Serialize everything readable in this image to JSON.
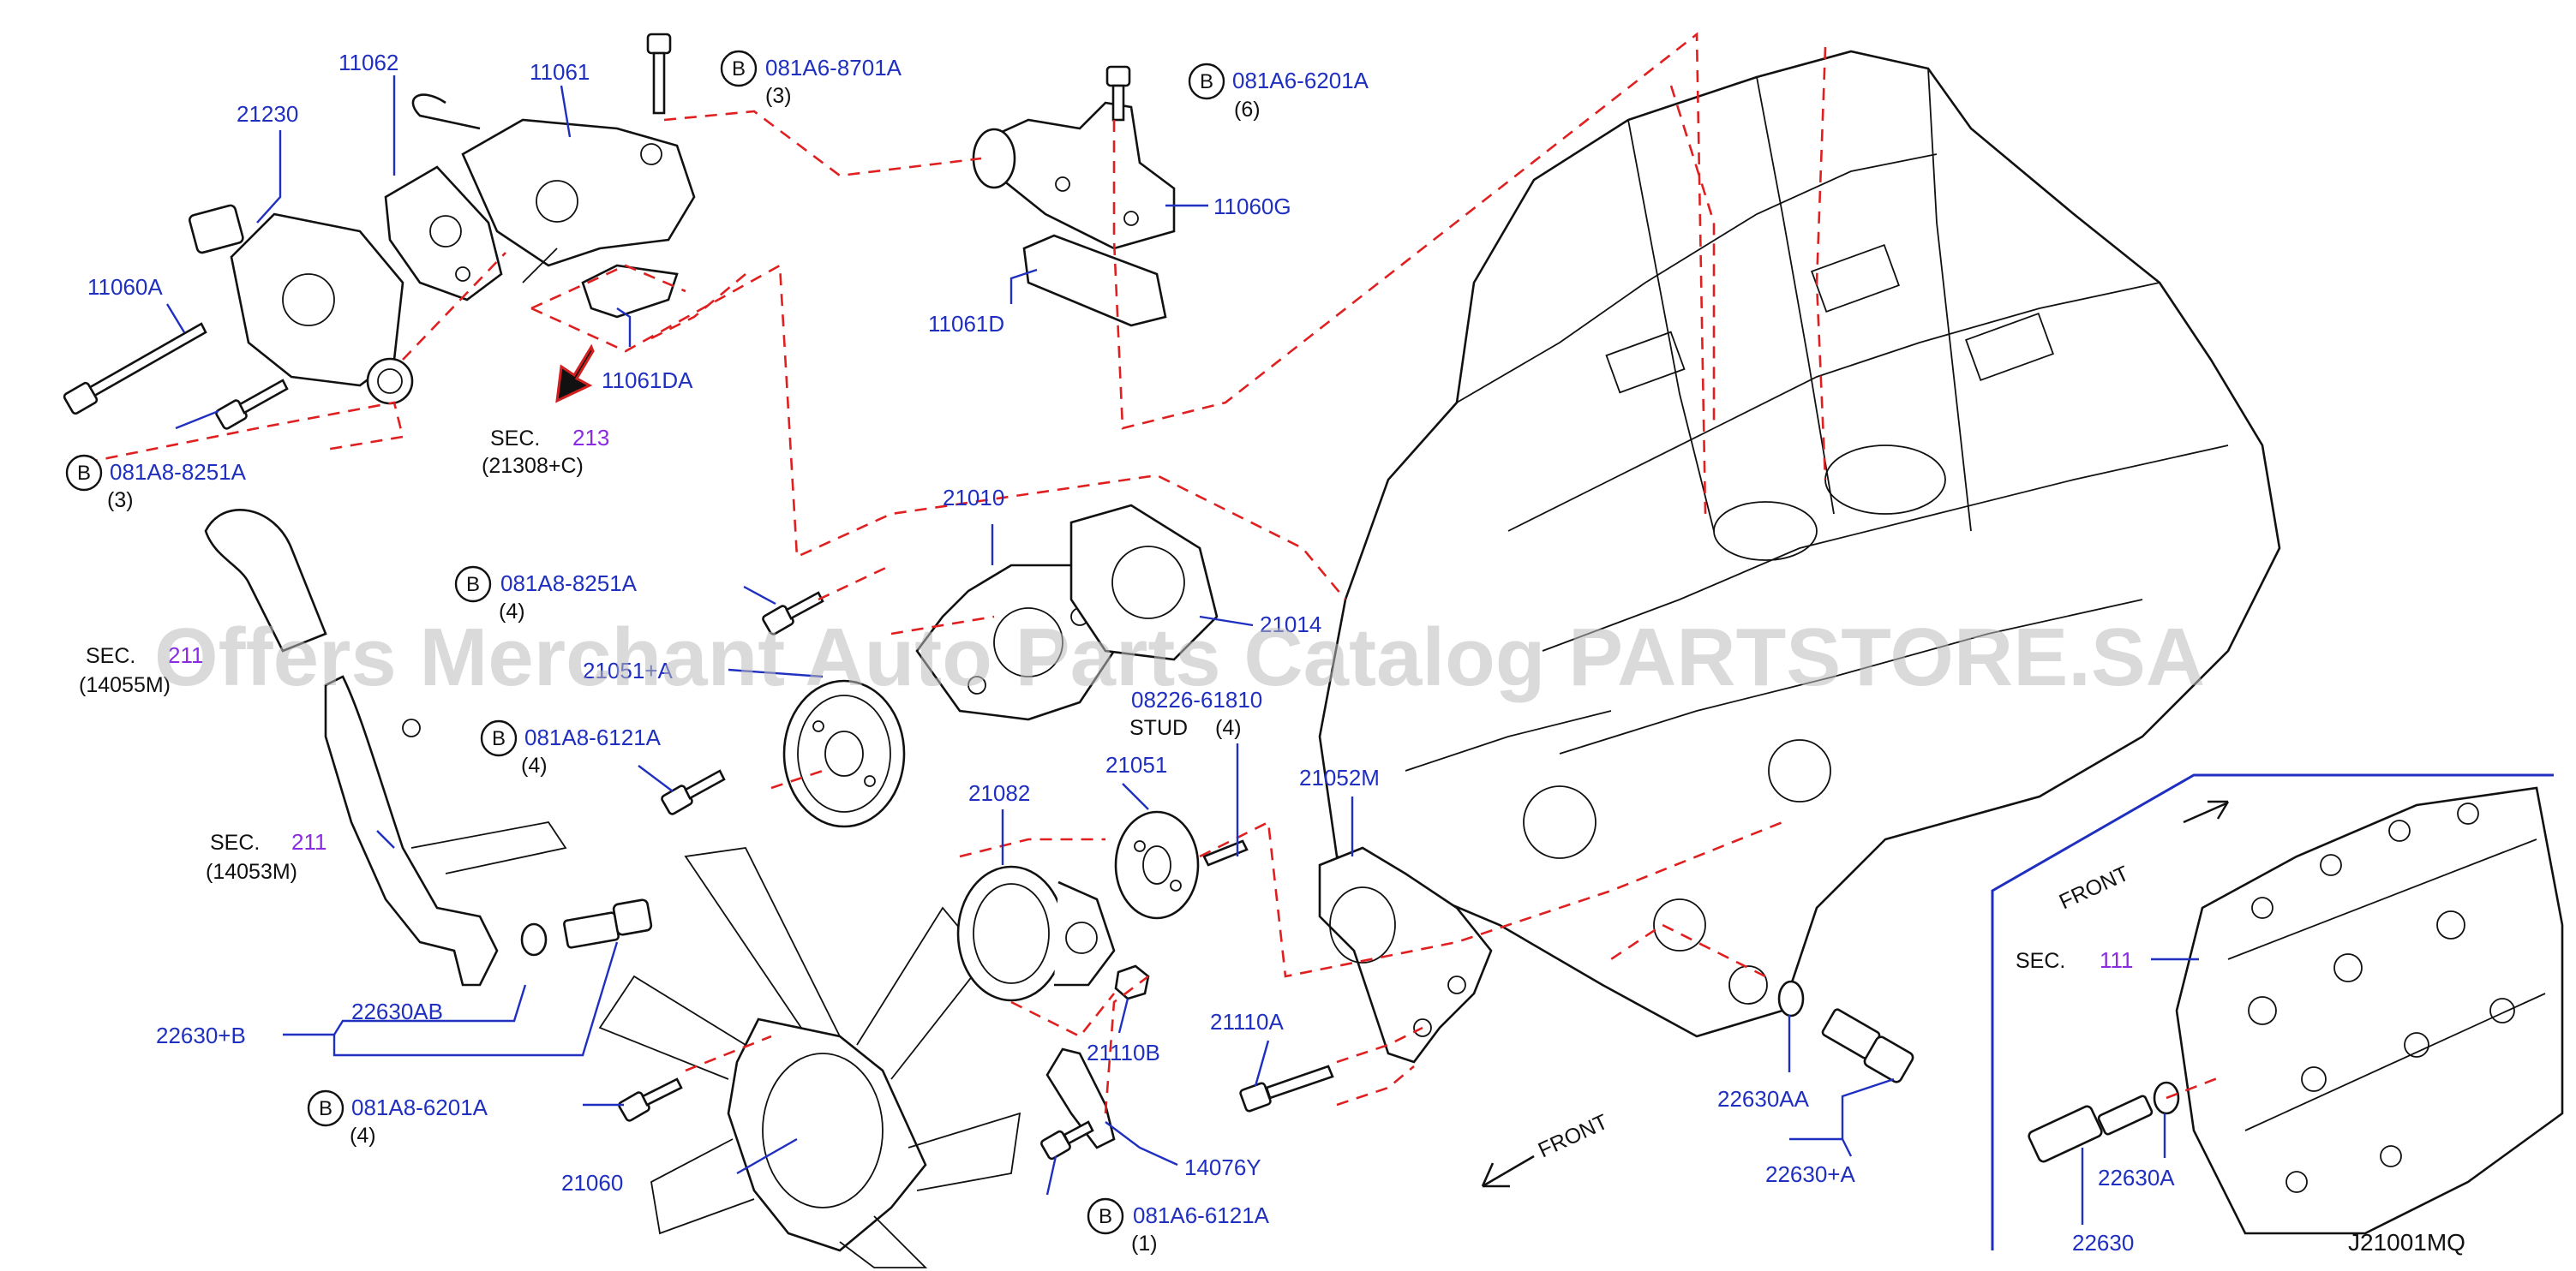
{
  "diagram_id": "J21001MQ",
  "watermark": "Offers Merchant Auto Parts Catalog PARTSTORE.SA",
  "bolt_marker": "B",
  "part_labels": {
    "p21230": "21230",
    "p11062": "11062",
    "p11061": "11061",
    "p11060A": "11060A",
    "p11061DA": "11061DA",
    "p11060G": "11060G",
    "p11061D": "11061D",
    "p21010": "21010",
    "p21014": "21014",
    "p21051": "21051",
    "p21052M": "21052M",
    "p21082": "21082",
    "p21110B": "21110B",
    "p21110A": "21110A",
    "p21060": "21060",
    "p14076Y": "14076Y",
    "p22630AB": "22630AB",
    "p22630B": "22630+B",
    "p22630AA": "22630AA",
    "p22630A_plus": "22630+A",
    "p22630A": "22630A",
    "p22630": "22630",
    "p21051A_partial": "21051+A"
  },
  "bolts": {
    "b8701": {
      "code": "081A6-8701A",
      "qty": "(3)"
    },
    "b6201A6": {
      "code": "081A6-6201A",
      "qty": "(6)"
    },
    "b8251top": {
      "code": "081A8-8251A",
      "qty": "(3)"
    },
    "b8251mid": {
      "code": "081A8-8251A",
      "qty": "(4)"
    },
    "b6121A8": {
      "code": "081A8-6121A",
      "qty": "(4)"
    },
    "b6201A8": {
      "code": "081A8-6201A",
      "qty": "(4)"
    },
    "b6121A6": {
      "code": "081A6-6121A",
      "qty": "(1)"
    }
  },
  "stud": {
    "code": "08226-61810",
    "word": "STUD",
    "qty": "(4)"
  },
  "sections": {
    "s213": {
      "word": "SEC.",
      "num": "213",
      "ref": "(21308+C)"
    },
    "s211a": {
      "word": "SEC.",
      "num": "211",
      "ref": "(14055M)"
    },
    "s211b": {
      "word": "SEC.",
      "num": "211",
      "ref": "(14053M)"
    },
    "s111": {
      "word": "SEC.",
      "num": "111"
    }
  },
  "front_labels": {
    "main": "FRONT",
    "inset": "FRONT"
  },
  "colors": {
    "label": "#1f2fbf",
    "section_number": "#8a2be2",
    "dashed_line": "#e02020",
    "outline": "#111111"
  }
}
